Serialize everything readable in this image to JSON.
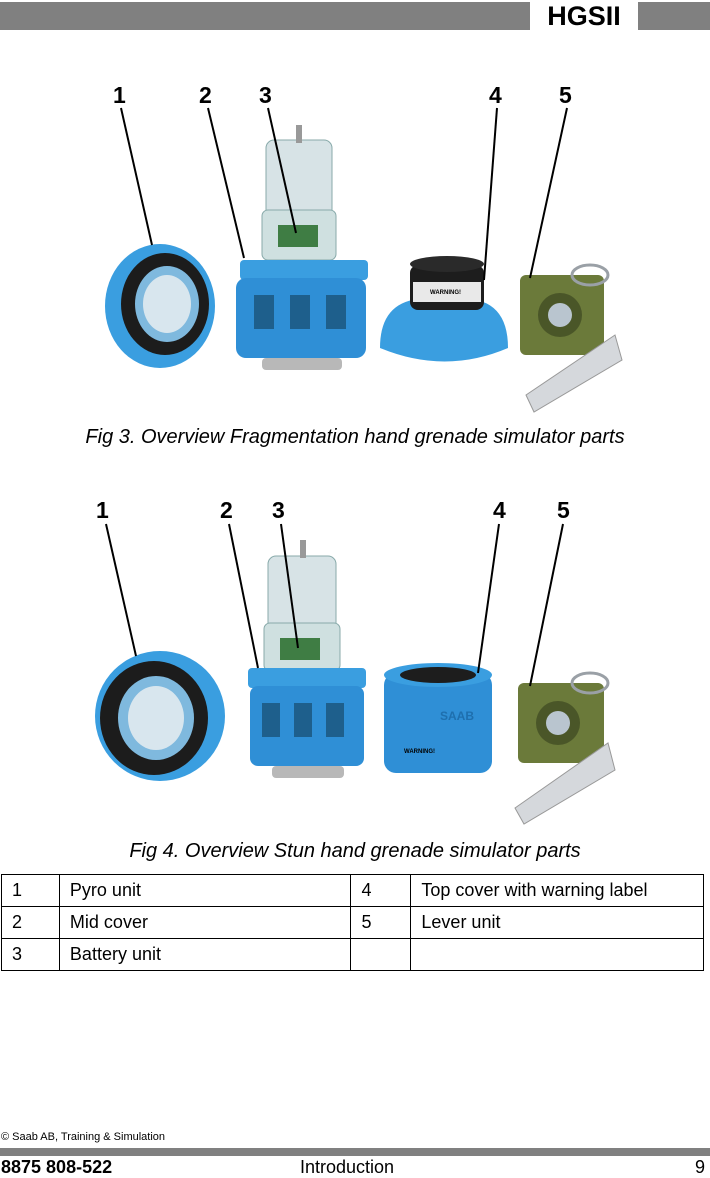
{
  "header": {
    "title": "HGSII"
  },
  "figures": [
    {
      "caption": "Fig 3.  Overview Fragmentation hand grenade simulator parts",
      "callouts": [
        "1",
        "2",
        "3",
        "4",
        "5"
      ]
    },
    {
      "caption": "Fig 4.  Overview Stun hand grenade simulator parts",
      "callouts": [
        "1",
        "2",
        "3",
        "4",
        "5"
      ]
    }
  ],
  "parts_table": {
    "rows": [
      {
        "num_a": "1",
        "name_a": "Pyro unit",
        "num_b": "4",
        "name_b": "Top cover with warning label"
      },
      {
        "num_a": "2",
        "name_a": "Mid cover",
        "num_b": "5",
        "name_b": "Lever unit"
      },
      {
        "num_a": "3",
        "name_a": "Battery unit",
        "num_b": "",
        "name_b": ""
      }
    ]
  },
  "photo_labels": {
    "warning": "WARNING!",
    "brand": "SAAB"
  },
  "footer": {
    "copyright": "© Saab AB, Training & Simulation",
    "doc_number": "8875 808-522",
    "section": "Introduction",
    "page": "9"
  },
  "colors": {
    "blue": "#3a9ee0",
    "olive": "#6b7a3a",
    "header_gray": "#808080"
  }
}
